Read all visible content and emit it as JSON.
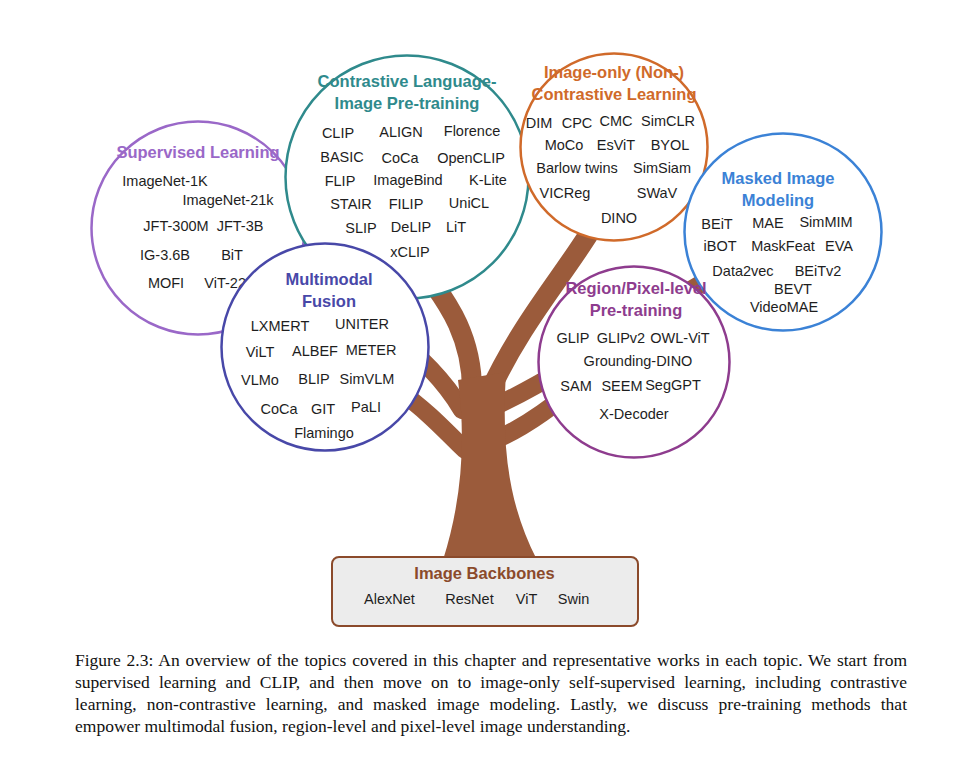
{
  "diagram": {
    "caption": "Figure 2.3: An overview of the topics covered in this chapter and representative works in each topic. We start from supervised learning and CLIP, and then move on to image-only self-supervised learning, including contrastive learning, non-contrastive learning, and masked image modeling. Lastly, we discuss pre-training methods that empower multimodal fusion, region-level and pixel-level image understanding.",
    "nodes": [
      {
        "text": [
          "Supervised Learning",
          "ImageNet-1K",
          "ImageNet-21k",
          "JFT-300M",
          "JFT-3B",
          "IG-3.6B",
          "BiT",
          "MOFI",
          "ViT-22B"
        ]
      },
      {
        "text": [
          "Contrastive Language-Image Pre-training",
          "CLIP",
          "ALIGN",
          "Florence",
          "BASIC",
          "CoCa",
          "OpenCLIP",
          "FLIP",
          "ImageBind",
          "K-Lite",
          "STAIR",
          "FILIP",
          "UniCL",
          "SLIP",
          "DeLIP",
          "LiT",
          "xCLIP"
        ]
      },
      {
        "text": [
          "Image-only (Non-) Contrastive Learning",
          "DIM",
          "CPC",
          "CMC",
          "SimCLR",
          "MoCo",
          "EsViT",
          "BYOL",
          "Barlow twins",
          "SimSiam",
          "VICReg",
          "SWaV",
          "DINO"
        ]
      },
      {
        "text": [
          "Masked Image Modeling",
          "BEiT",
          "MAE",
          "SimMIM",
          "iBOT",
          "MaskFeat",
          "EVA",
          "Data2vec",
          "BEiTv2",
          "BEVT",
          "VideoMAE"
        ]
      },
      {
        "text": [
          "Multimodal Fusion",
          "LXMERT",
          "UNITER",
          "ViLT",
          "ALBEF",
          "METER",
          "VLMo",
          "BLIP",
          "SimVLM",
          "CoCa",
          "GIT",
          "PaLI",
          "Flamingo"
        ]
      },
      {
        "text": [
          "Region/Pixel-level Pre-training",
          "GLIP",
          "GLIPv2",
          "OWL-ViT",
          "Grounding-DINO",
          "SAM",
          "SEEM",
          "SegGPT",
          "X-Decoder"
        ]
      },
      {
        "text": [
          "Image Backbones",
          "AlexNet",
          "ResNet",
          "ViT",
          "Swin"
        ]
      }
    ]
  }
}
